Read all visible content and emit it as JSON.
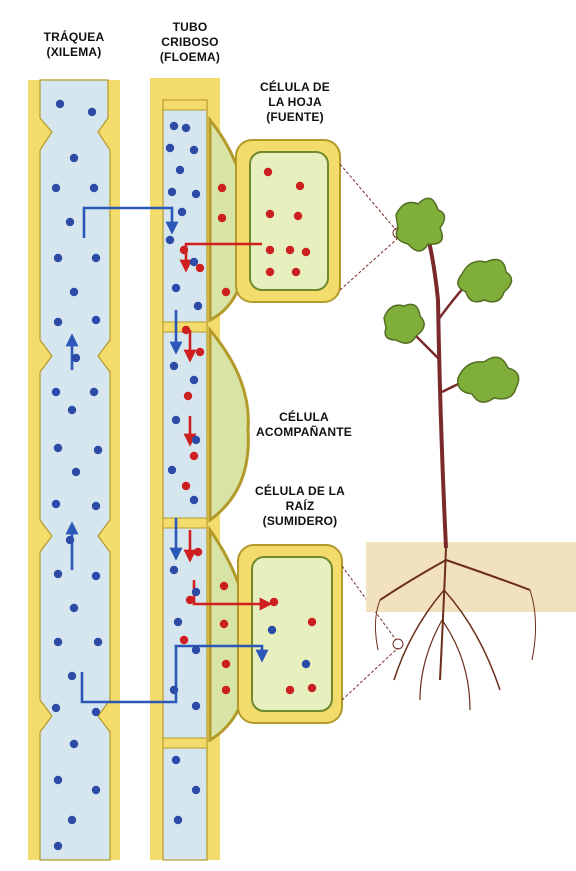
{
  "labels": {
    "traquea": [
      "TRÁQUEA",
      "(XILEMA)"
    ],
    "tubo_criboso": [
      "TUBO",
      "CRIBOSO",
      "(FLOEMA)"
    ],
    "celula_hoja": [
      "CÉLULA DE",
      "LA HOJA",
      "(FUENTE)"
    ],
    "celula_acompanante": [
      "CÉLULA",
      "ACOMPAÑANTE"
    ],
    "celula_raiz": [
      "CÉLULA DE LA",
      "RAÍZ",
      "(SUMIDERO)"
    ]
  },
  "colors": {
    "cell_wall": "#f3dc6c",
    "wall_outline": "#b49a2a",
    "xylem_fill": "#d6e6ee",
    "companion_fill": "#d7e4a6",
    "cell_fill": "#e7efbf",
    "water_dot": "#2c4aa6",
    "sugar_dot": "#cc1f1f",
    "water_arrow": "#2a57b8",
    "sugar_arrow": "#cf1f1f",
    "stem": "#7a2a2a",
    "leaf": "#7fae3a",
    "root": "#6b2e1a",
    "soil": "#f1e2bd"
  },
  "legend": {
    "water": "water-dot",
    "sugar": "sugar-dot"
  }
}
